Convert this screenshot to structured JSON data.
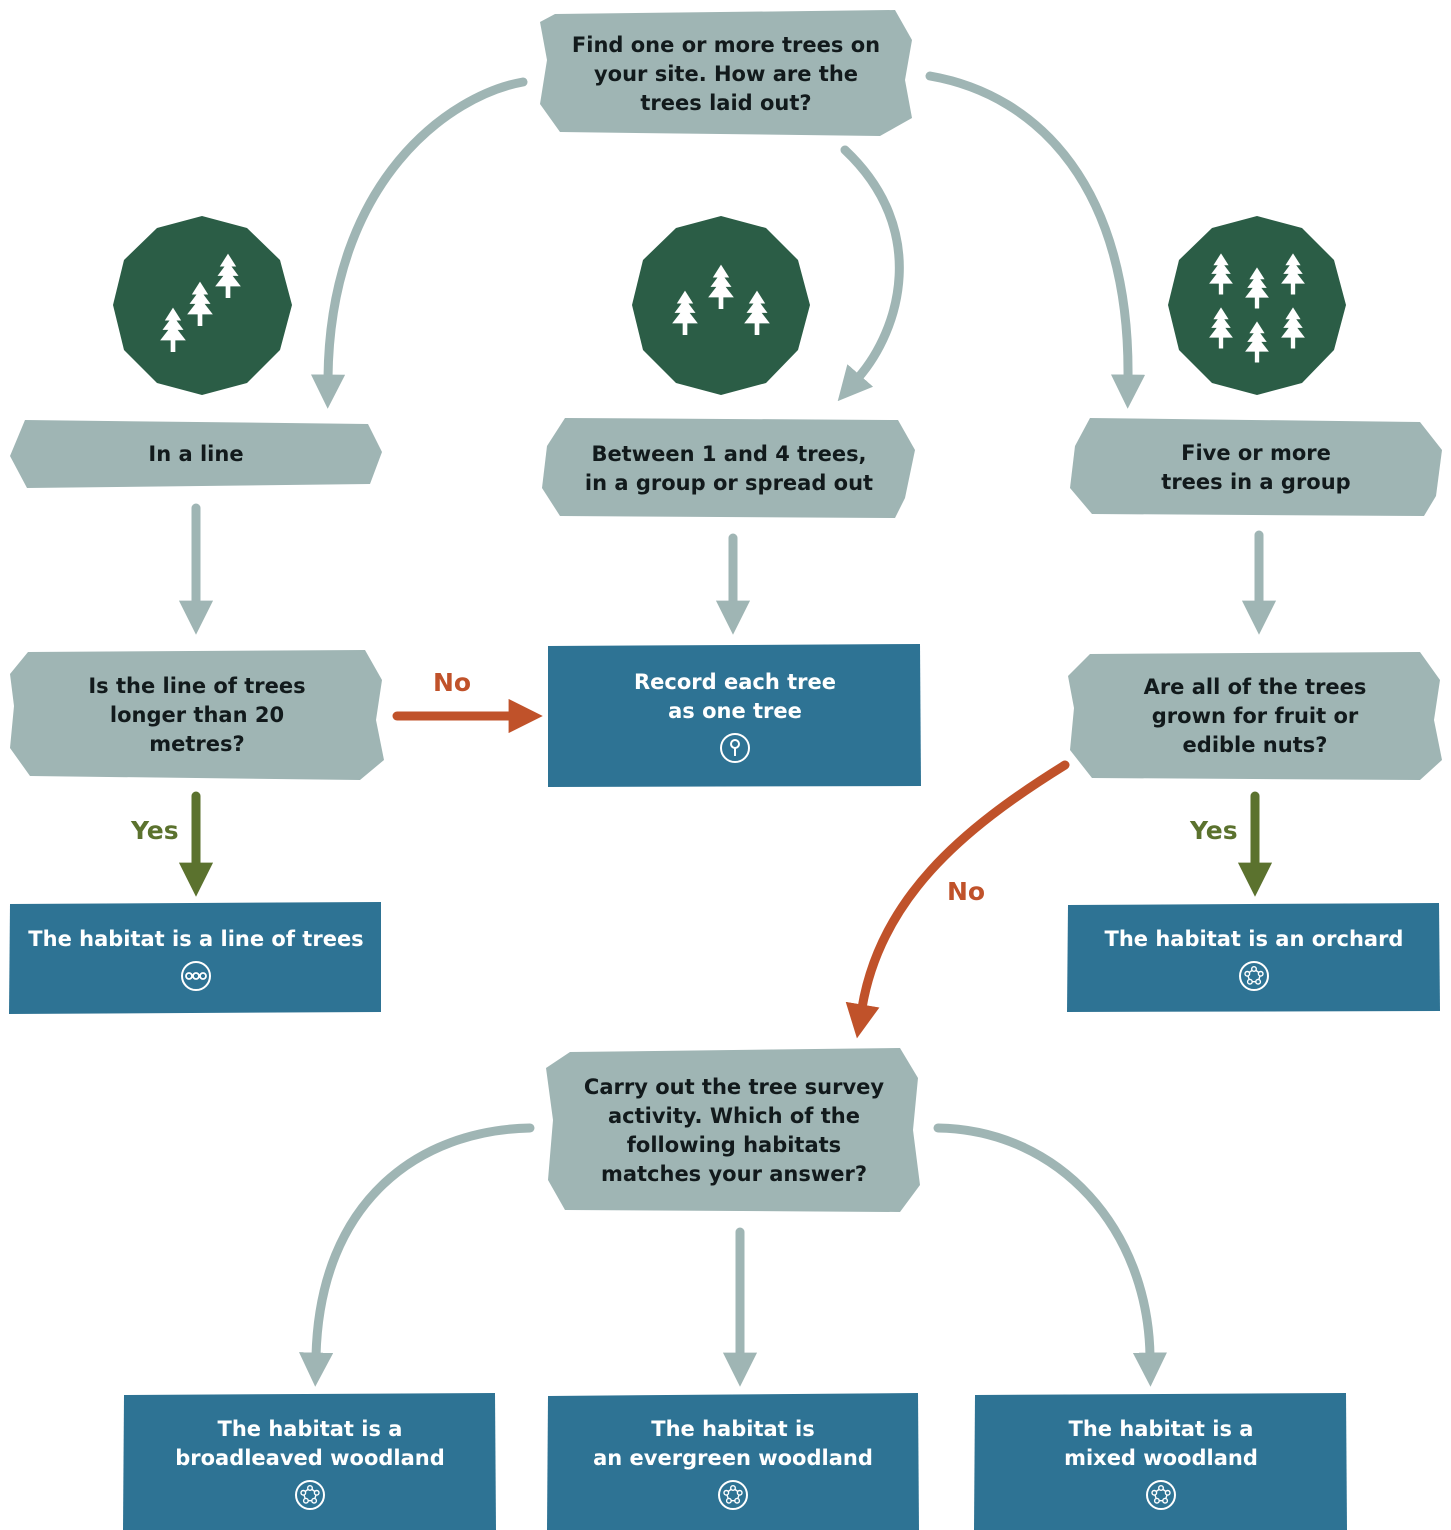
{
  "colors": {
    "question": "#9fb5b4",
    "result": "#2e7394",
    "icon_badge": "#2b5d46",
    "arrow": "#9fb5b4",
    "arrow_no": "#c0522a",
    "arrow_yes": "#5b722e"
  },
  "start": {
    "text": "Find one or more trees on\nyour site. How are the\ntrees laid out?"
  },
  "options": {
    "line": {
      "text": "In a line",
      "icon": "trees-in-line-icon"
    },
    "small_group": {
      "text": "Between 1 and 4 trees,\nin a group or spread out",
      "icon": "three-trees-icon"
    },
    "large_group": {
      "text": "Five or more\ntrees in a group",
      "icon": "many-trees-icon"
    }
  },
  "questions": {
    "line_length": "Is the line of trees\nlonger than 20\nmetres?",
    "fruit": "Are all of the trees\ngrown for fruit or\nedible nuts?",
    "survey": "Carry out the tree survey\nactivity. Which of the\nfollowing habitats\nmatches your answer?"
  },
  "results": {
    "record_tree": {
      "text": "Record each tree\nas one tree",
      "icon": "single-tree-icon"
    },
    "line_of_trees": {
      "text": "The habitat is a line of trees",
      "icon": "line-of-trees-icon"
    },
    "orchard": {
      "text": "The habitat is an orchard",
      "icon": "woodland-icon"
    },
    "broadleaved": {
      "text": "The habitat is a\nbroadleaved woodland",
      "icon": "woodland-icon"
    },
    "evergreen": {
      "text": "The habitat is\nan evergreen woodland",
      "icon": "woodland-icon"
    },
    "mixed": {
      "text": "The habitat is a\nmixed woodland",
      "icon": "woodland-icon"
    }
  },
  "edge_labels": {
    "no": "No",
    "yes": "Yes"
  }
}
